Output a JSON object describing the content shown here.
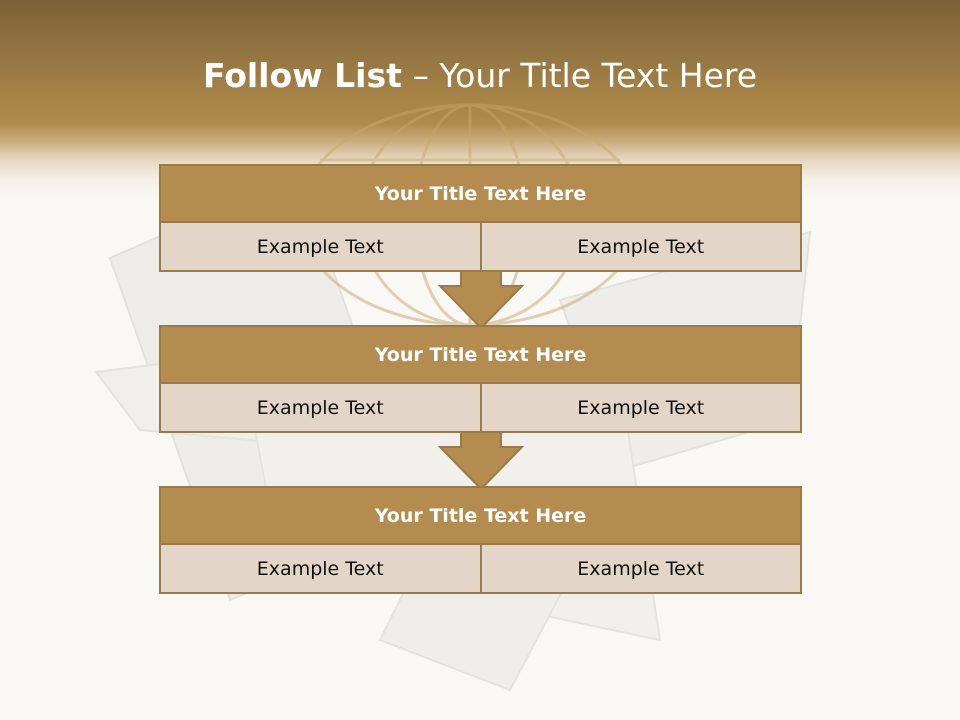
{
  "slide": {
    "title_bold": "Follow List",
    "title_rest": " – Your Title Text Here"
  },
  "steps": [
    {
      "title": "Your Title Text Here",
      "left": "Example Text",
      "right": "Example Text"
    },
    {
      "title": "Your Title Text Here",
      "left": "Example Text",
      "right": "Example Text"
    },
    {
      "title": "Your Title Text Here",
      "left": "Example Text",
      "right": "Example Text"
    }
  ],
  "colors": {
    "header_band": "#a98547",
    "box_head": "#b48c4f",
    "box_body": "#e3d6c8",
    "border": "#9a7a45",
    "arrow": "#b48c4f"
  }
}
